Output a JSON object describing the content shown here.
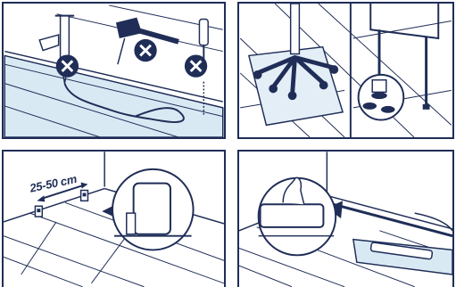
{
  "colors": {
    "ink": "#1f2d57",
    "floor_tint": "#d9e9f4",
    "mat_tint": "#e3eef7",
    "prohibition_fill": "#1f2d57",
    "background": "#ffffff"
  },
  "panels": [
    {
      "id": "no-tools",
      "icons": [
        "glue-gun-icon",
        "hammer-icon",
        "screwdriver-icon",
        "prohibited-icon"
      ]
    },
    {
      "id": "chair-protection",
      "icons": [
        "office-chair-icon",
        "chair-leg-icon",
        "felt-pad-icon"
      ]
    },
    {
      "id": "clip-spacing",
      "distance_label": "25-50 cm",
      "icons": [
        "clip-icon",
        "magnifier-icon"
      ]
    },
    {
      "id": "skirting-install",
      "icons": [
        "hand-icon",
        "skirting-board-icon",
        "glue-cartridge-icon"
      ]
    }
  ]
}
